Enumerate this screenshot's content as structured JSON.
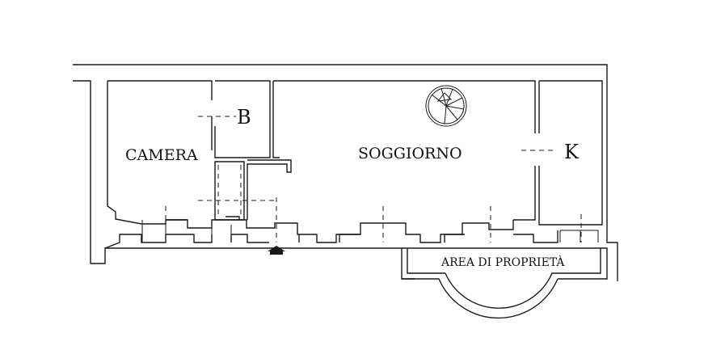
{
  "rooms": {
    "camera": "CAMERA",
    "bath": "B",
    "living": "SOGGIORNO",
    "kitchen": "K"
  },
  "outdoor": {
    "label": "AREA DI PROPRIETÀ"
  },
  "icons": [
    "spiral-stair-icon",
    "entrance-arrow-icon"
  ]
}
